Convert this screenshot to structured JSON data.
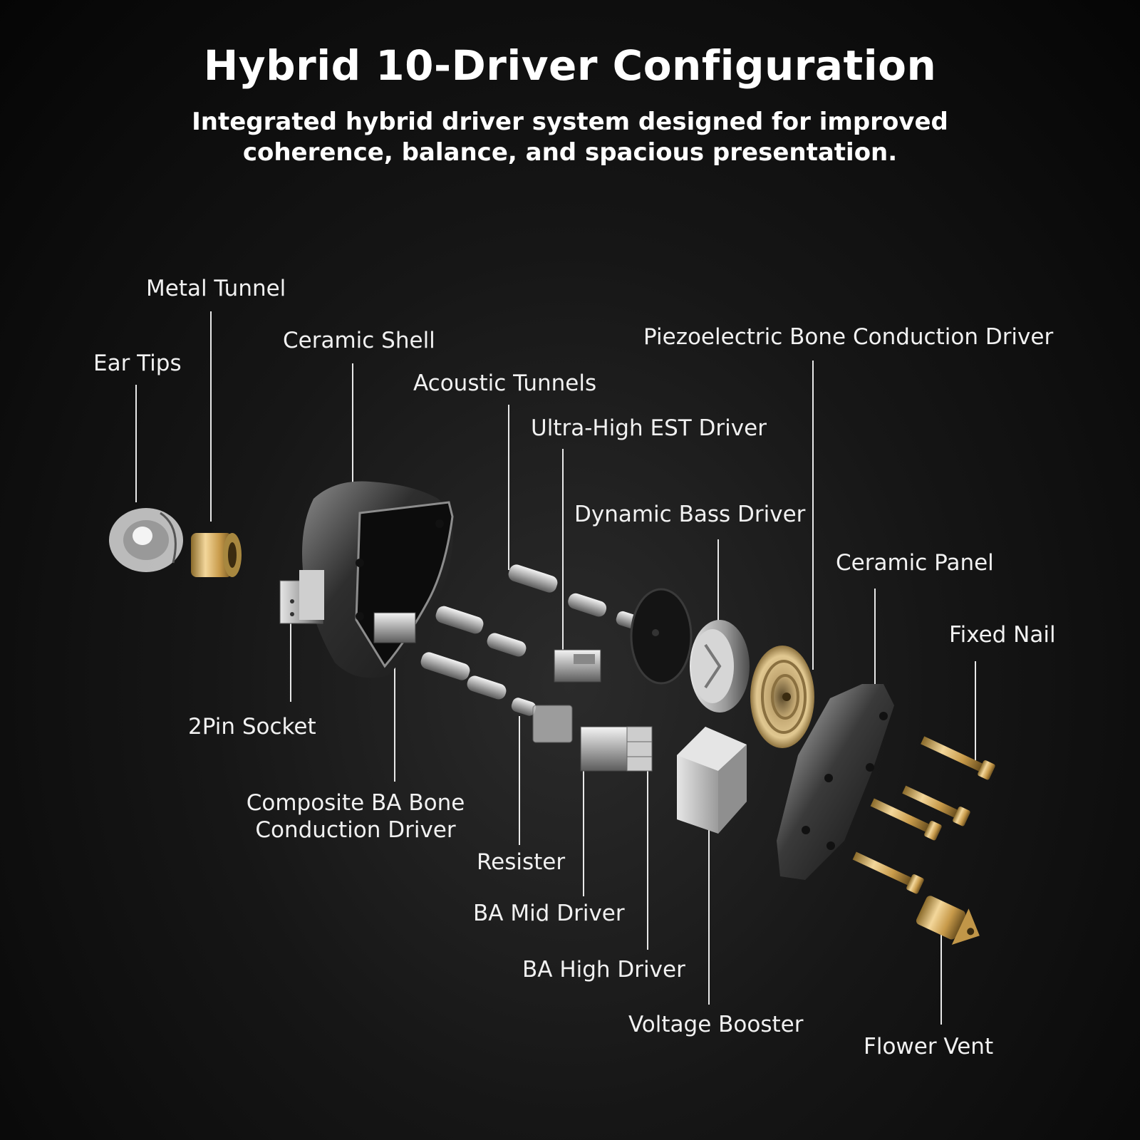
{
  "header": {
    "title": "Hybrid 10-Driver Configuration",
    "subtitle_line1": "Integrated hybrid driver system designed for improved",
    "subtitle_line2": "coherence, balance, and spacious presentation."
  },
  "labels": {
    "ear_tips": "Ear Tips",
    "metal_tunnel": "Metal Tunnel",
    "ceramic_shell": "Ceramic Shell",
    "acoustic_tunnels": "Acoustic Tunnels",
    "ultra_high_est": "Ultra-High EST Driver",
    "piezo_driver": "Piezoelectric Bone Conduction Driver",
    "dynamic_bass": "Dynamic Bass Driver",
    "ceramic_panel": "Ceramic Panel",
    "fixed_nail": "Fixed Nail",
    "two_pin_socket": "2Pin Socket",
    "composite_ba_line1": "Composite BA Bone",
    "composite_ba_line2": "Conduction Driver",
    "resister": "Resister",
    "ba_mid": "BA Mid Driver",
    "ba_high": "BA High Driver",
    "voltage_booster": "Voltage Booster",
    "flower_vent": "Flower Vent"
  }
}
